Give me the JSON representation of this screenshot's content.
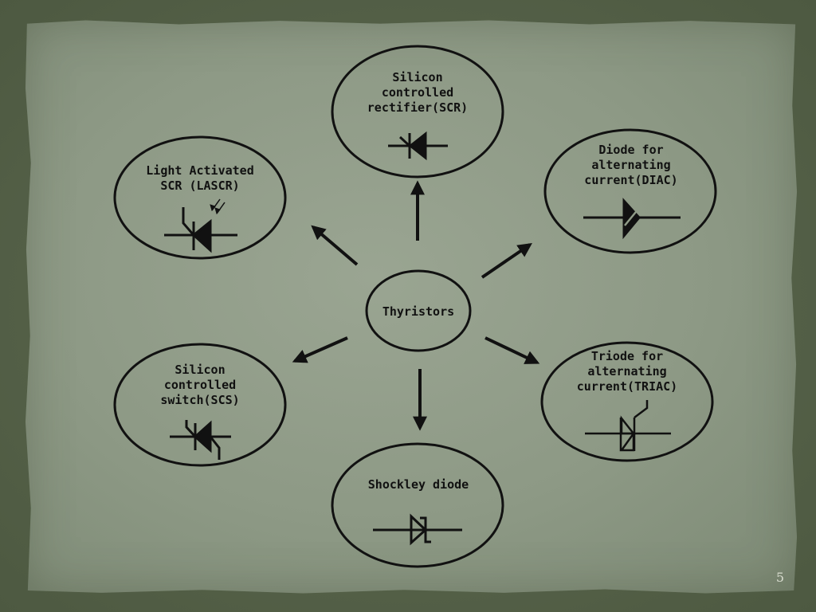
{
  "center": {
    "label": "Thyristors"
  },
  "nodes": {
    "scr": {
      "label": "Silicon\ncontrolled\nrectifier(SCR)"
    },
    "diac": {
      "label": "Diode for\nalternating\ncurrent(DIAC)"
    },
    "triac": {
      "label": "Triode for\nalternating\ncurrent(TRIAC)"
    },
    "shockley": {
      "label": "Shockley diode"
    },
    "scs": {
      "label": "Silicon\ncontrolled\nswitch(SCS)"
    },
    "lascr": {
      "label": "Light Activated\nSCR (LASCR)"
    }
  },
  "page_number": "5",
  "colors": {
    "paper": "#8f9b87",
    "frame": "#57624a",
    "ink": "#111111"
  }
}
